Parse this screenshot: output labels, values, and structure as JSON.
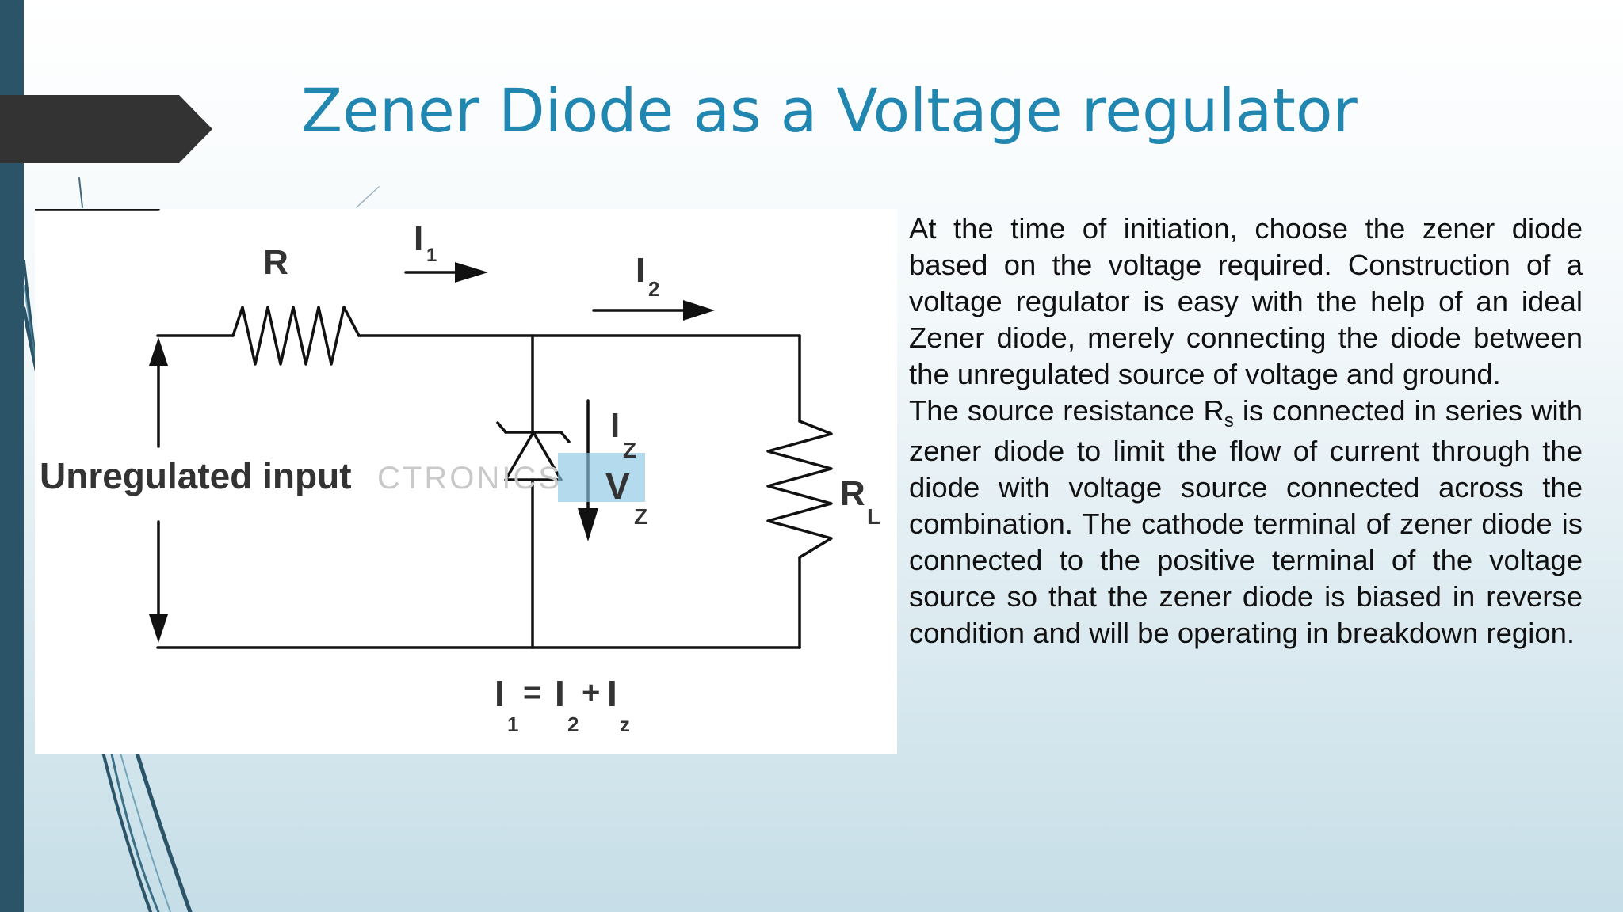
{
  "slide": {
    "title": "Zener Diode as a Voltage regulator",
    "accent_color": "#2187b0",
    "sidebar_color": "#2c5468"
  },
  "diagram": {
    "labels": {
      "resistor": "R",
      "current_in": "I",
      "current_in_sub": "1",
      "current_load": "I",
      "current_load_sub": "2",
      "zener_current": "I",
      "zener_current_sub": "Z",
      "zener_voltage": "V",
      "zener_voltage_sub": "Z",
      "load_resistor": "R",
      "load_resistor_sub": "L",
      "input": "Unregulated input",
      "watermark": "CTRONICS",
      "equation": {
        "i1": "I",
        "i1_sub": "1",
        "eq": "=",
        "i2": "I",
        "i2_sub": "2",
        "plus": "+",
        "iz": "I",
        "iz_sub": "z"
      }
    }
  },
  "body": {
    "para1": "At the time of initiation, choose the zener diode based on the voltage required. Construction of a voltage regulator is easy with the help of an ideal Zener diode, merely connecting the diode between the unregulated source of voltage and ground.",
    "para2_pre": "The source resistance R",
    "para2_sub": "s",
    "para2_post": " is connected in series with zener diode to limit the flow of current through the diode with voltage source connected across the combination. The cathode terminal of zener diode is connected to the positive terminal of the voltage source so that the zener diode is biased in reverse condition and will be operating in breakdown region."
  }
}
